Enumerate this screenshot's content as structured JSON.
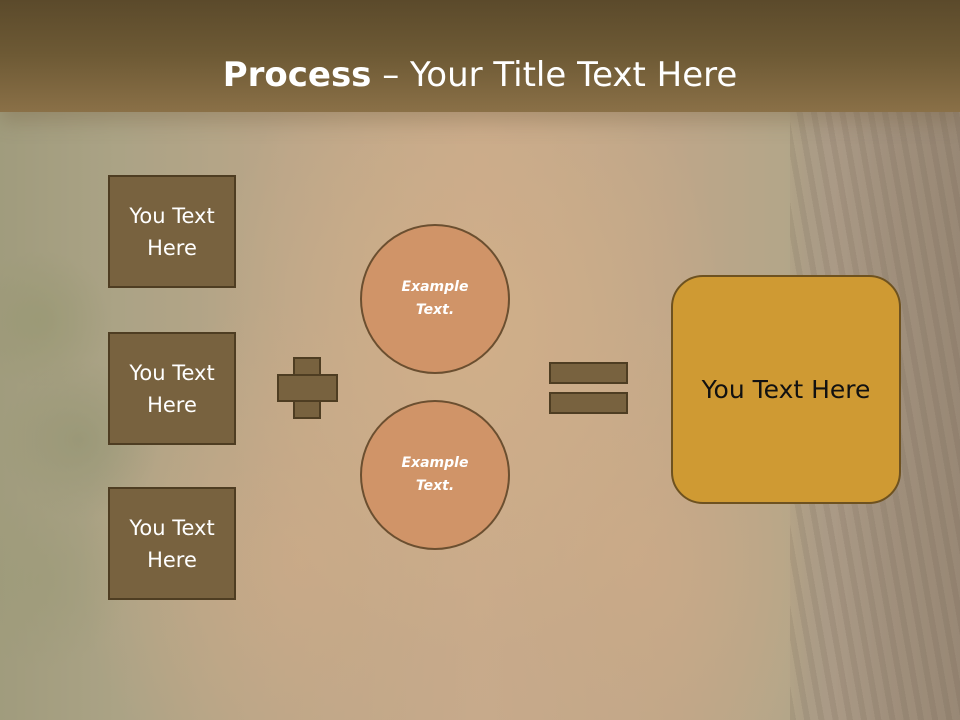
{
  "slide": {
    "title_bold": "Process",
    "title_rest": " – Your Title Text Here"
  },
  "left_boxes": [
    "You Text Here",
    "You Text Here",
    "You Text Here"
  ],
  "circles": [
    "Example Text.",
    "Example Text."
  ],
  "result": {
    "label": "You Text Here"
  },
  "colors": {
    "header": "#6e5a35",
    "box": "#78623f",
    "circle": "#d09468",
    "result": "#cf9a33"
  }
}
